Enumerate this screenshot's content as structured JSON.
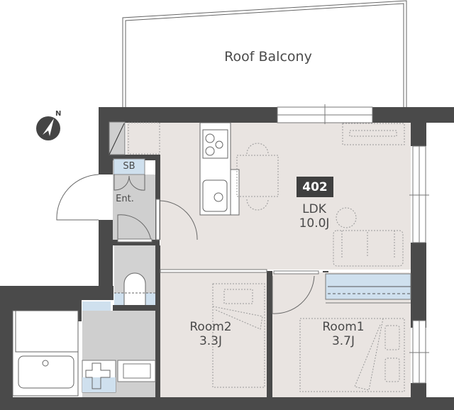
{
  "plan": {
    "unit_number": "402",
    "north_label": "N",
    "colors": {
      "wall": "#4a4a4a",
      "floor_wood": "#e9e4e1",
      "floor_wet": "#cfcfcf",
      "storage_blue": "#cfe0ee",
      "line": "#555555"
    },
    "rooms": {
      "balcony": {
        "name": "Roof Balcony"
      },
      "ldk": {
        "name": "LDK",
        "size": "10.0J"
      },
      "room1": {
        "name": "Room1",
        "size": "3.7J"
      },
      "room2": {
        "name": "Room2",
        "size": "3.3J"
      },
      "entrance": {
        "name": "Ent."
      },
      "shoe_box": {
        "name": "SB"
      }
    }
  }
}
